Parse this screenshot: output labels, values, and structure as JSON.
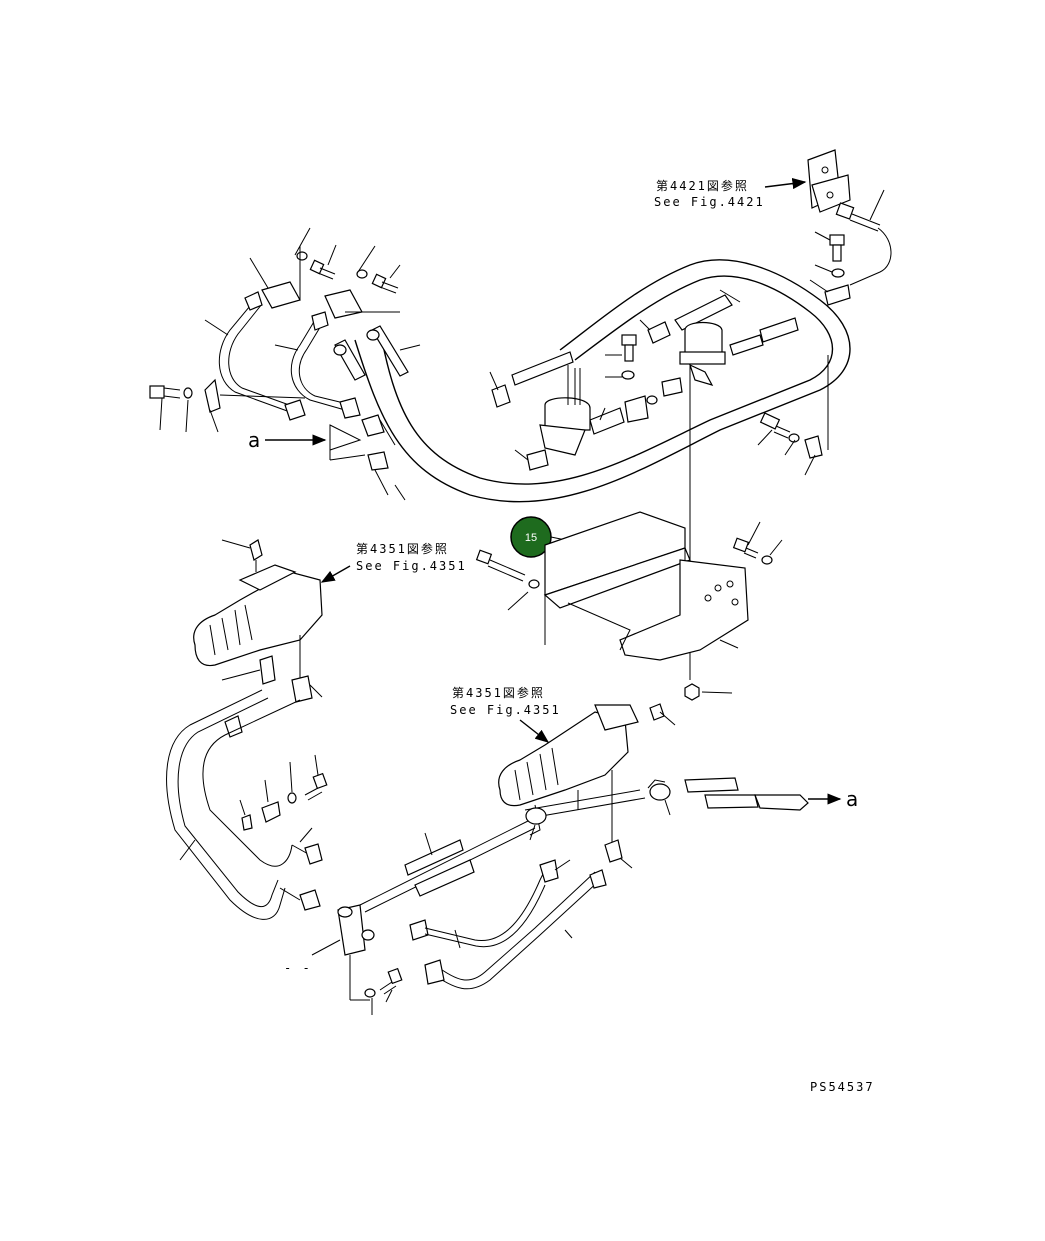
{
  "refs": {
    "fig4421_jp": "第4421図参照",
    "fig4421_en": "See Fig.4421",
    "fig4351_upper_jp": "第4351図参照",
    "fig4351_upper_en": "See Fig.4351",
    "fig4351_lower_jp": "第4351図参照",
    "fig4351_lower_en": "See Fig.4351"
  },
  "markers": {
    "a_left": "a",
    "a_right": "a"
  },
  "callout": {
    "number": "15",
    "color": "#1e6b1e"
  },
  "drawing_code": "PS54537",
  "stray_mark": "- -"
}
